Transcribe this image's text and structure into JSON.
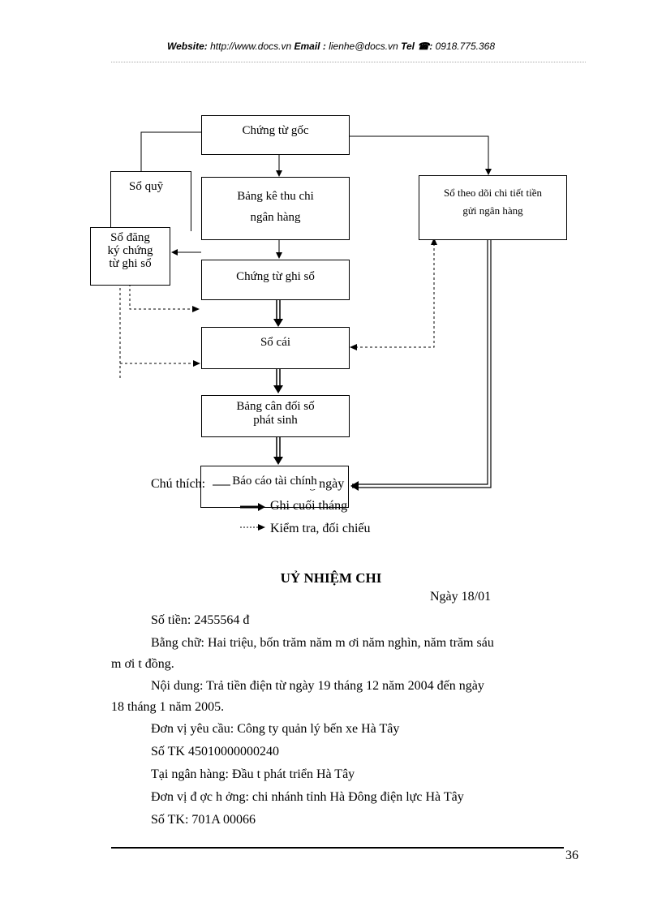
{
  "header": {
    "website_label": "Website:",
    "website_value": " http://www.docs.vn ",
    "email_label": "Email :",
    "email_value": " lienhe@docs.vn ",
    "tel_label": "Tel ☎:",
    "tel_value": " 0918.775.368"
  },
  "diagram": {
    "chung_tu_goc": "Chứng từ gốc",
    "so_quy": "Sổ quỹ",
    "bang_ke_line1": "Bảng kê thu chi",
    "bang_ke_line2": "ngân hàng",
    "so_theo_doi_line1": "Sổ theo dõi chi tiết tiền",
    "so_theo_doi_line2": "gửi ngân hàng",
    "so_dang_ky_line1": "Sổ đăng",
    "so_dang_ky_line2": "ký chứng",
    "so_dang_ky_line3": "từ ghi sổ",
    "chung_tu_ghi_so": "Chứng từ ghi sổ",
    "so_cai": "Sổ cái",
    "bang_can_doi_line1": "Bảng cân đối số",
    "bang_can_doi_line2": "phát sinh",
    "bao_cao": "Báo cáo tài chính"
  },
  "legend": {
    "label": "Chú thích:",
    "item1": "Ghi hàng ngày",
    "item2": "Ghi cuối tháng",
    "item3": "Kiểm tra, đối chiếu"
  },
  "doc": {
    "title": "UỶ NHIỆM CHI",
    "date": "Ngày 18/01",
    "so_tien": "Số tiền: 2455564 đ",
    "bang_chu_1": "Bằng chữ: Hai triệu, bốn trăm năm m  ơi năm nghìn, năm trăm sáu",
    "bang_chu_2": "m  ơi t  đồng.",
    "noi_dung_1": "Nội dung: Trả tiền điện từ ngày 19 tháng 12 năm 2004 đến ngày",
    "noi_dung_2": "18 tháng 1 năm 2005.",
    "don_vi_yc": "Đơn vị yêu cầu:  Công ty quản lý bến xe Hà Tây",
    "so_tk_1": "Số TK 45010000000240",
    "tai_ngan_hang": "Tại ngân hàng: Đầu t   phát triển Hà Tây",
    "don_vi_dh": "Đơn vị đ  ợc h  ởng:  chi nhánh tỉnh Hà Đông điện lực Hà Tây",
    "so_tk_2": "Số TK: 701A 00066"
  },
  "page_number": "36"
}
